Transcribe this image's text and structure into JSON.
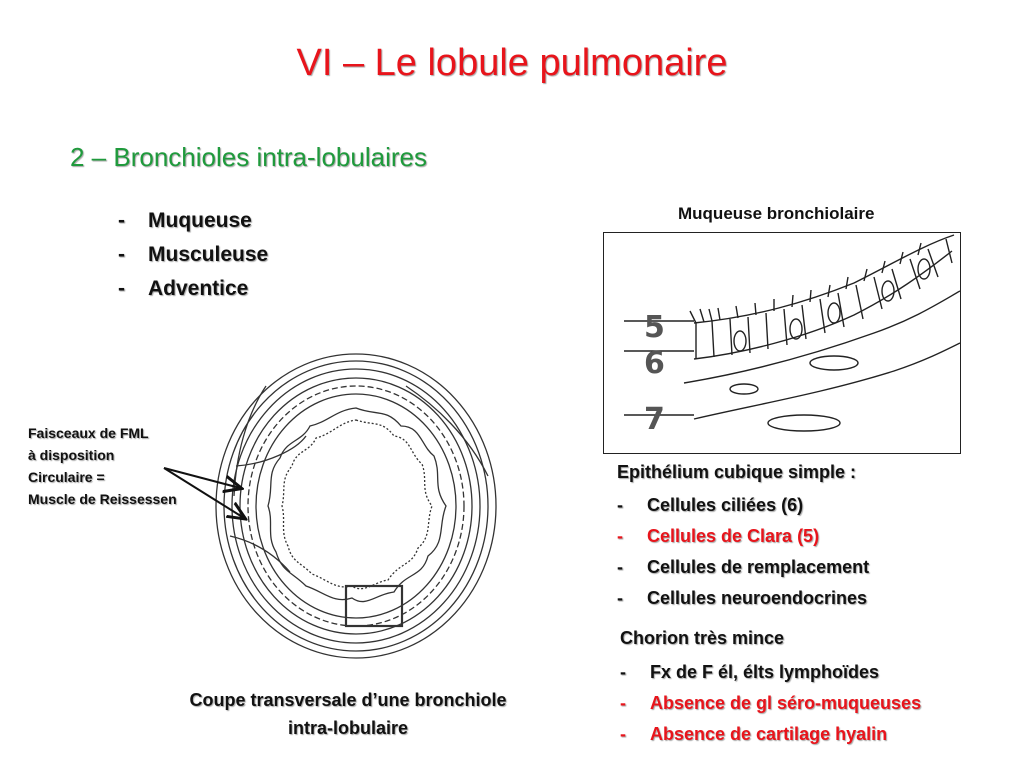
{
  "title": "VI – Le lobule pulmonaire",
  "subtitle": "2 – Bronchioles intra-lobulaires",
  "layers": [
    {
      "dash": "-",
      "label": "Muqueuse"
    },
    {
      "dash": "-",
      "label": "Musculeuse"
    },
    {
      "dash": "-",
      "label": "Adventice"
    }
  ],
  "epi_diagram": {
    "title": "Muqueuse bronchiolaire",
    "labels": [
      "5",
      "6",
      "7"
    ]
  },
  "epithelium": {
    "title": "Epithélium cubique simple :",
    "items": [
      {
        "dash": "-",
        "label": "Cellules ciliées (6)"
      },
      {
        "dash": "-",
        "label": "Cellules de Clara (5)"
      },
      {
        "dash": "-",
        "label": "Cellules de remplacement"
      },
      {
        "dash": "-",
        "label": "Cellules neuroendocrines"
      }
    ]
  },
  "chorion": {
    "title": "Chorion très mince",
    "items": [
      {
        "dash": "-",
        "label": "Fx de F él, élts lymphoïdes"
      },
      {
        "dash": "-",
        "label": "Absence de gl séro-muqueuses"
      },
      {
        "dash": "-",
        "label": "Absence de cartilage hyalin"
      }
    ]
  },
  "fml_label": [
    "Faisceaux de FML",
    "à disposition",
    "Circulaire =",
    "Muscle de Reissessen"
  ],
  "caption": [
    "Coupe transversale d’une bronchiole",
    "intra-lobulaire"
  ],
  "colors": {
    "title": "#e8141b",
    "subtitle": "#1f9a3c",
    "highlight": "#e8141b"
  }
}
